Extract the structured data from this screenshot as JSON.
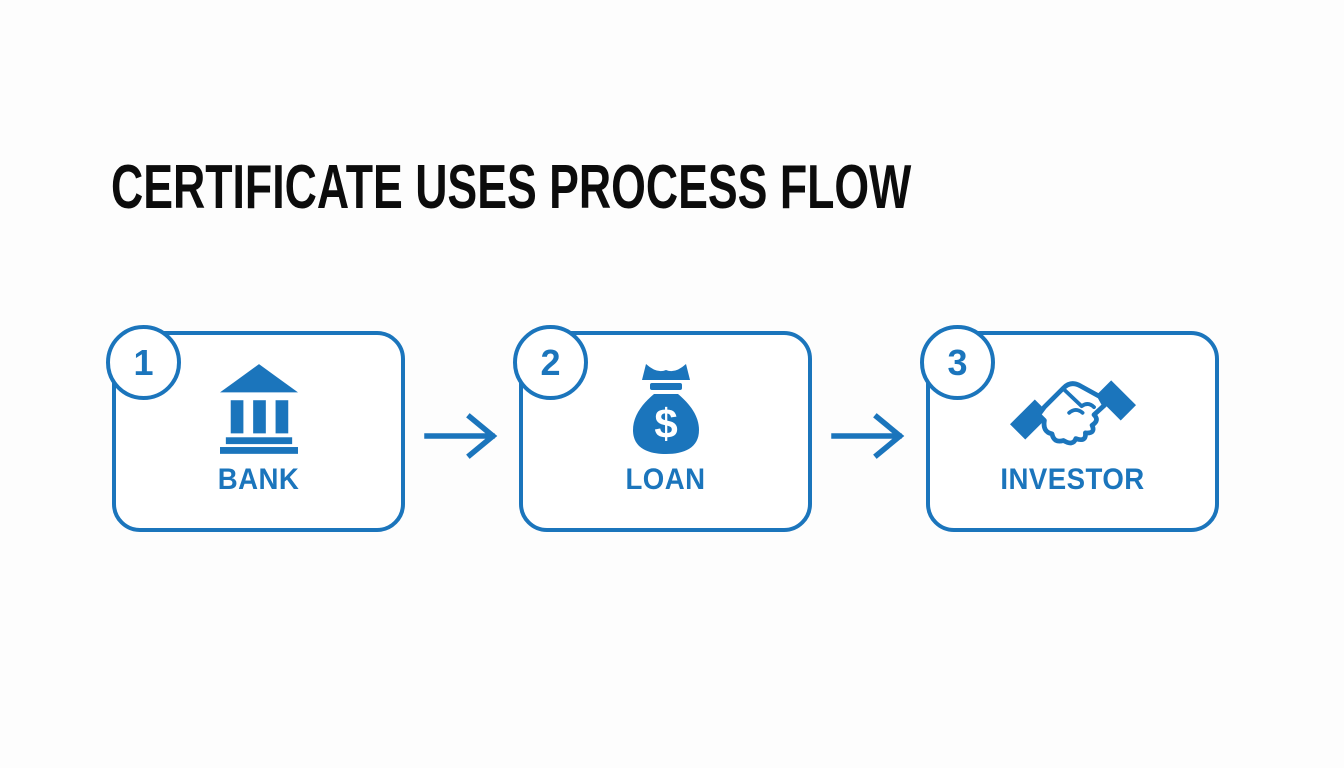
{
  "page": {
    "background_color": "#fdfdfd",
    "accent_color": "#1b75bc",
    "title_color": "#0c0c0c"
  },
  "header": {
    "title": "CERTIFICATE USES PROCESS FLOW"
  },
  "flow": {
    "steps": [
      {
        "number": "1",
        "label": "BANK",
        "icon": "bank-icon"
      },
      {
        "number": "2",
        "label": "LOAN",
        "icon": "money-bag-icon",
        "dollar_symbol": "$"
      },
      {
        "number": "3",
        "label": "INVESTOR",
        "icon": "handshake-icon"
      }
    ],
    "connectors": [
      {
        "icon": "arrow-right-icon"
      },
      {
        "icon": "arrow-right-icon"
      }
    ]
  }
}
